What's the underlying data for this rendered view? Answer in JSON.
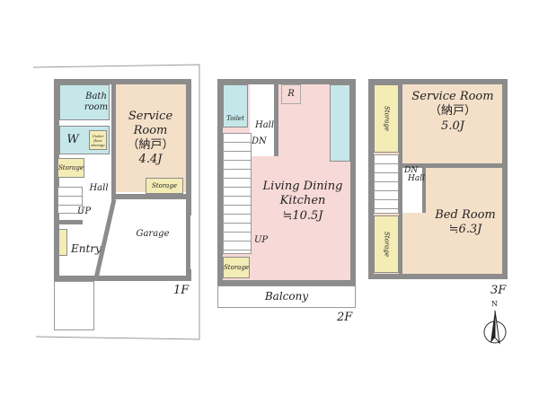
{
  "floors": [
    {
      "label": "1F",
      "rooms": {
        "bath": "Bath room",
        "w": "W",
        "under_floor": "Under floor storage",
        "service_room": "Service Room",
        "service_jp": "（納戸）",
        "service_size": "4.4J",
        "storage_left": "Storage",
        "storage_right": "Storage",
        "hall": "Hall",
        "up": "UP",
        "entry": "Entry",
        "garage": "Garage"
      }
    },
    {
      "label": "2F",
      "rooms": {
        "toilet": "Toilet",
        "hall": "Hall",
        "dn": "DN",
        "r": "R",
        "ldk1": "Living Dining",
        "ldk2": "Kitchen",
        "ldk_size": "≒10.5J",
        "up": "UP",
        "storage": "Storage",
        "balcony": "Balcony"
      }
    },
    {
      "label": "3F",
      "rooms": {
        "storage_top": "Storage",
        "storage_bottom": "Storage",
        "service_room": "Service Room",
        "service_jp": "（納戸）",
        "service_size": "5.0J",
        "dn": "DN",
        "hall": "Hall",
        "bed_room": "Bed Room",
        "bed_size": "≒6.3J"
      }
    }
  ],
  "compass": {
    "label": "N"
  }
}
